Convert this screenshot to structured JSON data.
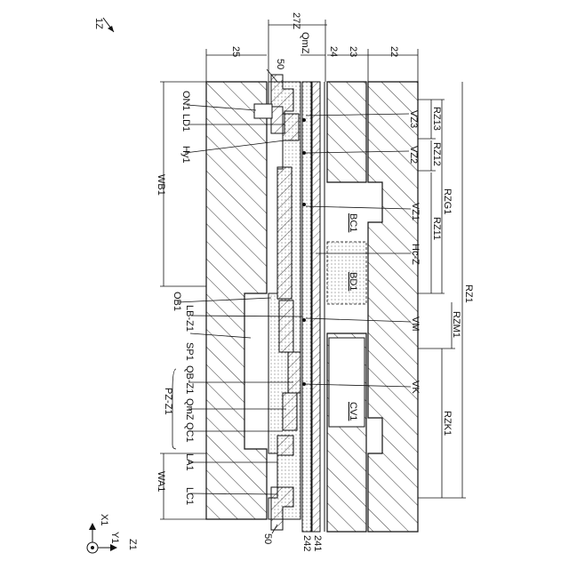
{
  "figure": {
    "fig_ref": "1Z",
    "labels": {
      "n25": "25",
      "n27Z": "27Z",
      "n24": "24",
      "n23": "23",
      "n22": "22",
      "n50a": "50",
      "QmZ_top": "QmZ",
      "ON1": "ON1",
      "LD1": "LD1",
      "Hy1": "Hy1",
      "WB1": "WB1",
      "OB1": "OB1",
      "SP1": "SP1",
      "LB_Z1": "LB-Z1",
      "QB_Z1": "QB-Z1",
      "PZ_Z1": "PZ-Z1",
      "QmZ": "QmZ",
      "QC1": "QC1",
      "LA1": "LA1",
      "WA1": "WA1",
      "LC1": "LC1",
      "n50b": "50",
      "n242": "242",
      "n241": "241",
      "VZ3": "VZ3",
      "VZ2": "VZ2",
      "VZ1": "VZ1",
      "HcZ": "Hc-Z",
      "VM": "VM",
      "VK": "VK",
      "RZ13": "RZ13",
      "RZ12": "RZ12",
      "RZ11": "RZ11",
      "RZG1": "RZG1",
      "RZ1": "RZ1",
      "RZM1": "RZM1",
      "RZK1": "RZK1",
      "BC1": "BC1",
      "BD1": "BD1",
      "CV1": "CV1"
    },
    "axes": {
      "x": "X1",
      "y": "Y1",
      "z": "Z1"
    }
  }
}
